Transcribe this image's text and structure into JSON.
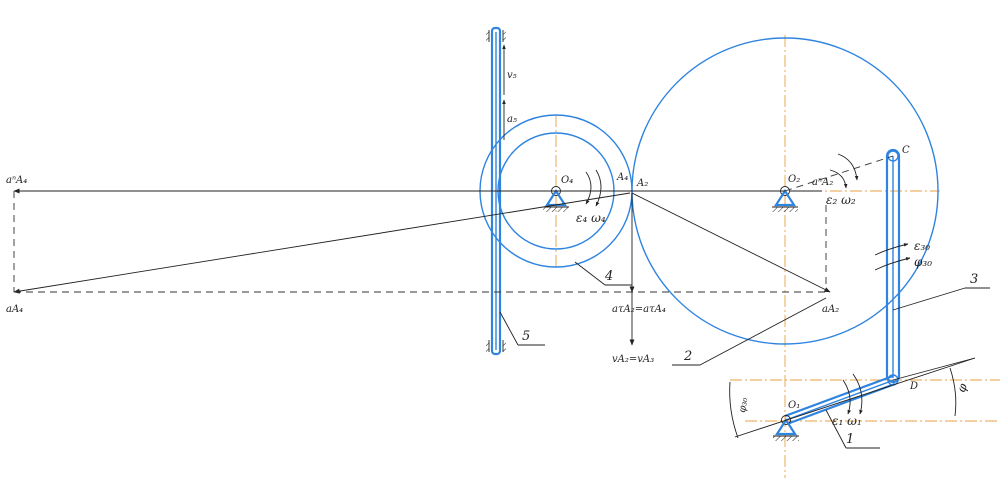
{
  "labels": {
    "O4": "O₄",
    "O2": "O₂",
    "O1": "O₁",
    "A4": "A₄",
    "A2": "A₂",
    "C": "C",
    "D": "D",
    "v5": "v₅",
    "a5": "a₅",
    "an_A4": "aⁿA₄",
    "a_A4": "aA₄",
    "an_A2": "aⁿA₂",
    "a_A2": "aA₂",
    "at": "aτA₂=aτA₄",
    "vA": "vA₂=vA₃",
    "eps4omega4": "ε₄ ω₄",
    "eps2omega2": "ε₂ ω₂",
    "eps30": "ε₃₀",
    "phi30": "φ₃₀",
    "eps1omega1": "ε₁ ω₁",
    "phi": "φ",
    "phi30_left": "φ₃₀"
  },
  "numbers": {
    "n1": "1",
    "n2": "2",
    "n3": "3",
    "n4": "4",
    "n5": "5"
  }
}
